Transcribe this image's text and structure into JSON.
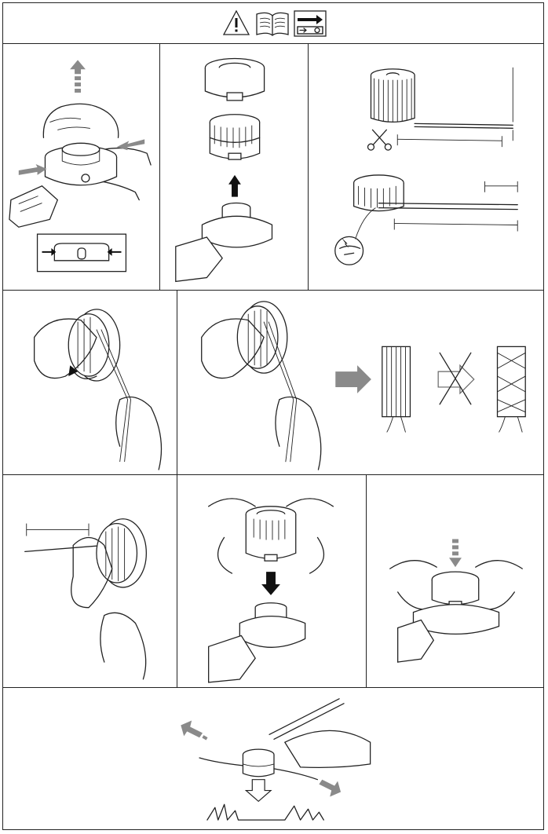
{
  "header": {
    "icons": [
      "warning-triangle-icon",
      "manual-book-icon",
      "procedure-arrow-icon"
    ]
  },
  "panels": [
    {
      "id": "p1",
      "step": "press-tabs-remove-cover"
    },
    {
      "id": "p2",
      "step": "lift-spool-off-head"
    },
    {
      "id": "p3",
      "step": "cut-and-hook-line"
    },
    {
      "id": "p4",
      "step": "wind-line-direction"
    },
    {
      "id": "p5",
      "step": "wind-line-evenly"
    },
    {
      "id": "p6",
      "step": "leave-line-length"
    },
    {
      "id": "p7",
      "step": "refit-spool"
    },
    {
      "id": "p8",
      "step": "press-cover-home"
    },
    {
      "id": "p9",
      "step": "line-feed-on-ground"
    }
  ],
  "colors": {
    "line": "#222222",
    "grey_arrow": "#8a8a8a",
    "black_arrow": "#111111"
  }
}
